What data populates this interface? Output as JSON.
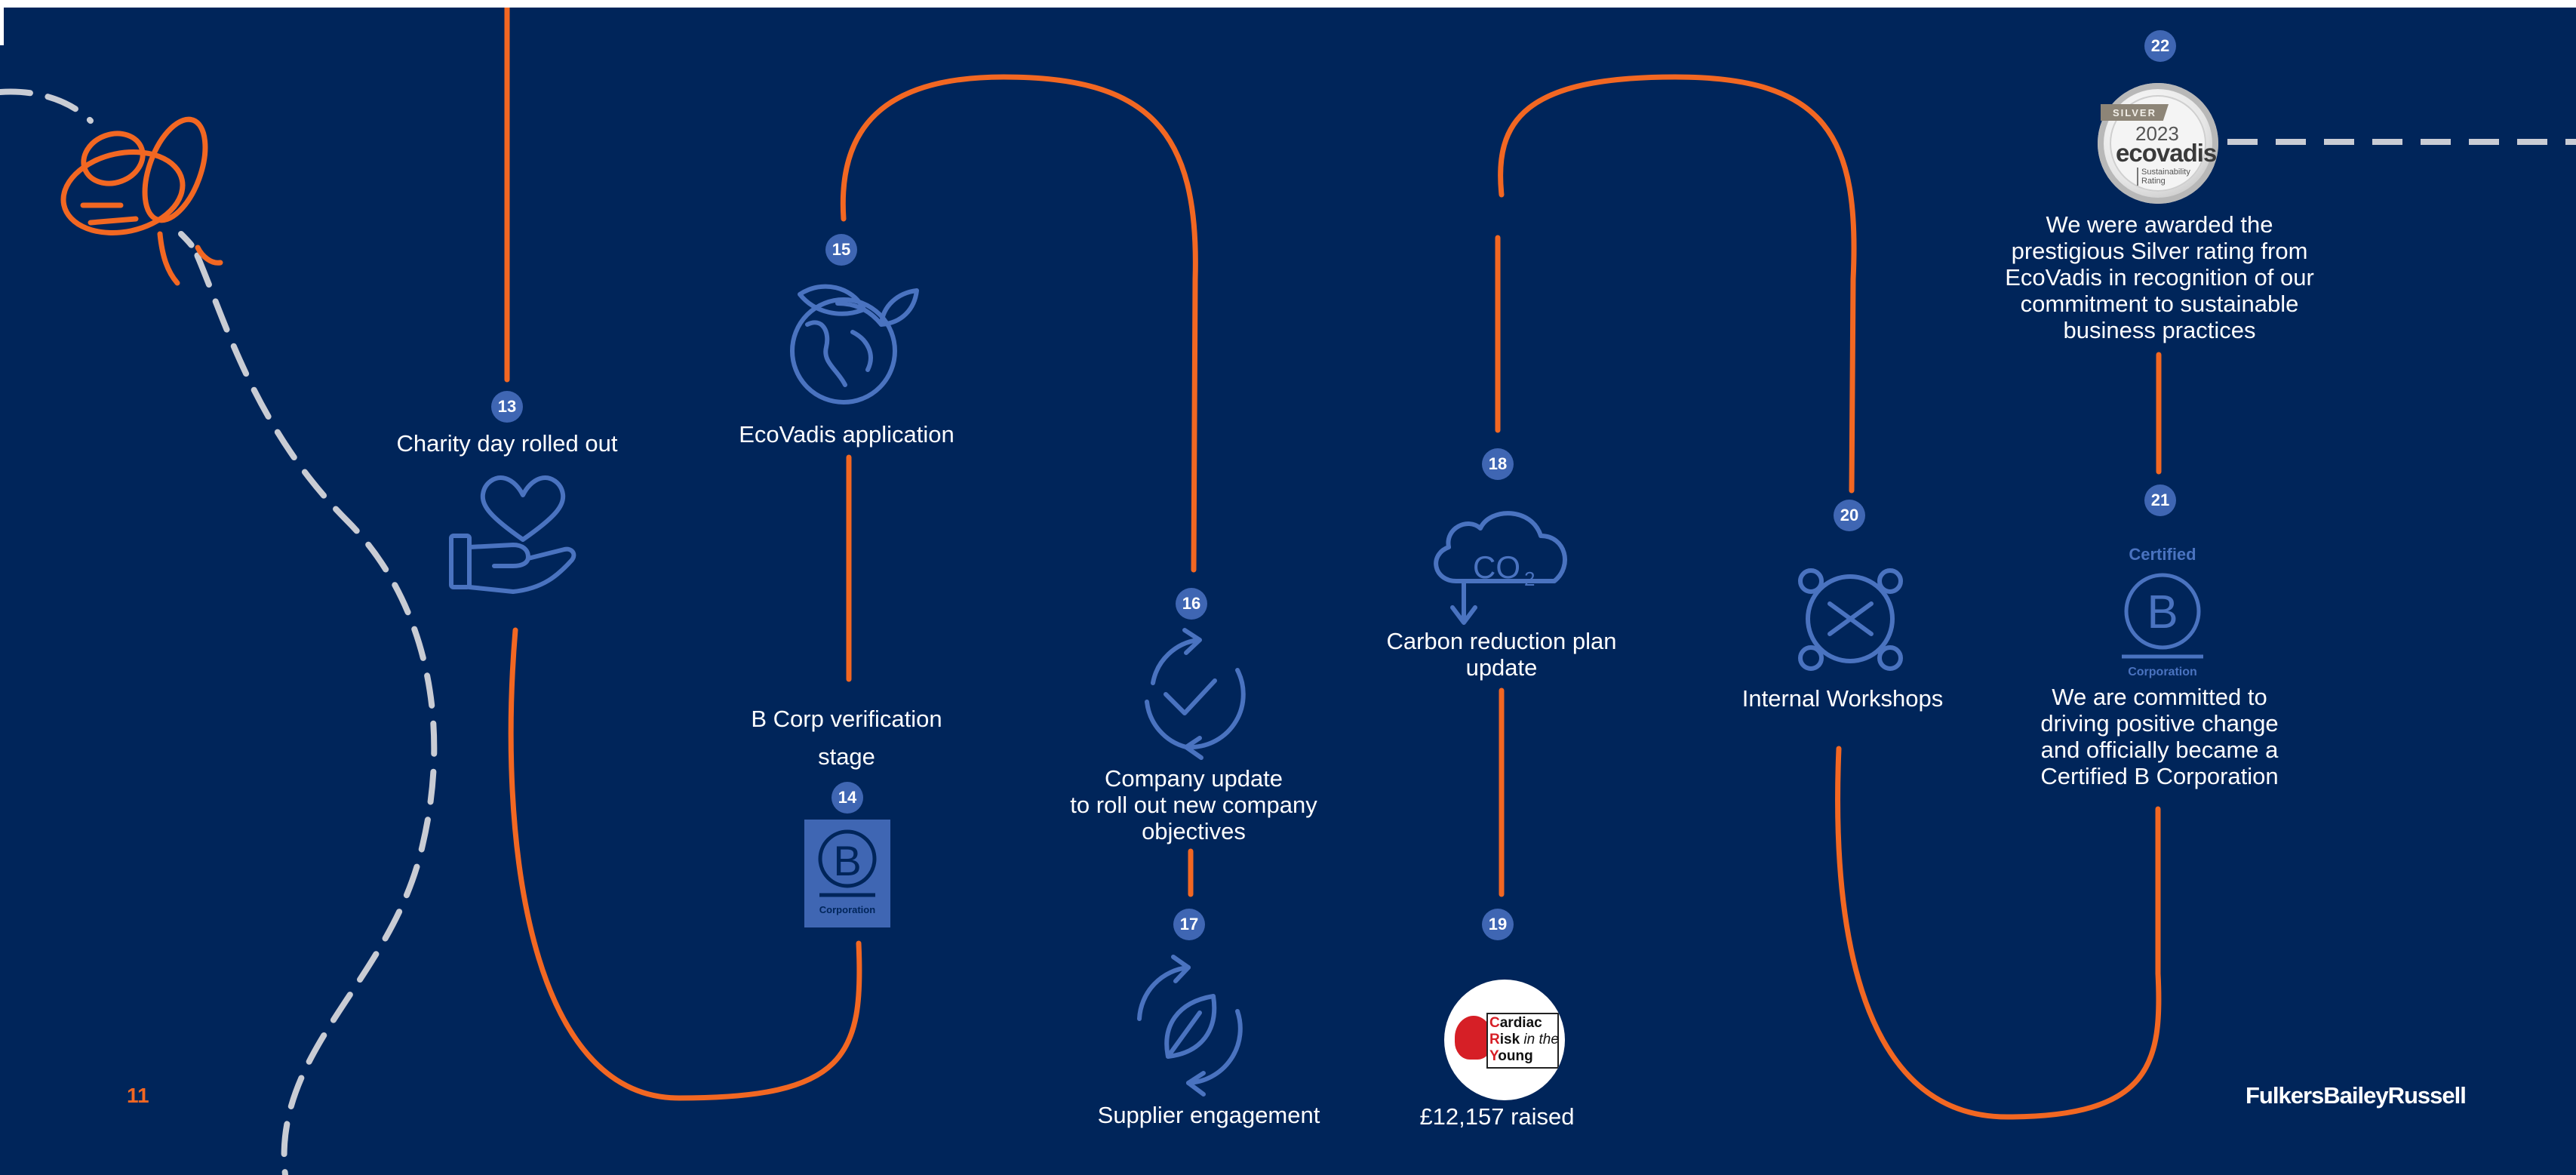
{
  "page": {
    "number": "11",
    "brand": "FulkersBaileyRussell"
  },
  "colors": {
    "background": "#00255a",
    "accent": "#f26722",
    "badge": "#3f66b3",
    "icon": "#4a73c0",
    "dashes": "#c9ccd4"
  },
  "milestones": [
    {
      "number": "13",
      "text": "Charity day rolled out",
      "icon": "heart-in-hand-icon"
    },
    {
      "number": "14",
      "text": "B Corp verification\nstage",
      "icon": "b-corporation-logo"
    },
    {
      "number": "15",
      "text": "EcoVadis application",
      "icon": "globe-leaves-icon"
    },
    {
      "number": "16",
      "text": "Company update\nto roll out new company\nobjectives",
      "icon": "refresh-check-icon"
    },
    {
      "number": "17",
      "text": "Supplier engagement",
      "icon": "recycle-leaf-icon"
    },
    {
      "number": "18",
      "text": "Carbon reduction plan\nupdate",
      "icon": "co2-cloud-icon"
    },
    {
      "number": "19",
      "text": "£12,157 raised",
      "icon": "cardiac-risk-logo"
    },
    {
      "number": "20",
      "text": "Internal Workshops",
      "icon": "people-circle-icon"
    },
    {
      "number": "21",
      "text": "We are committed to\ndriving positive change\nand officially became a\nCertified B Corporation",
      "icon": "certified-b-corp-icon"
    },
    {
      "number": "22",
      "text": "We were awarded the\nprestigious Silver rating from\nEcoVadis in recognition of our\ncommitment to sustainable\nbusiness practices",
      "icon": "ecovadis-medal"
    }
  ],
  "logos": {
    "bcorp": {
      "letter": "B",
      "caption": "Corporation"
    },
    "certified": {
      "top": "Certified",
      "letter": "B",
      "caption": "Corporation"
    },
    "ecovadis": {
      "ribbon": "SILVER",
      "year": "2023",
      "brand": "ecovadis",
      "tagline": "Sustainability\nRating"
    },
    "cardiac": {
      "line1a": "C",
      "line1b": "ardiac",
      "line2a": "R",
      "line2b": "isk",
      "line2c": " in the",
      "line3a": "Y",
      "line3b": "oung"
    },
    "co2": {
      "label": "CO",
      "sub": "2"
    }
  }
}
